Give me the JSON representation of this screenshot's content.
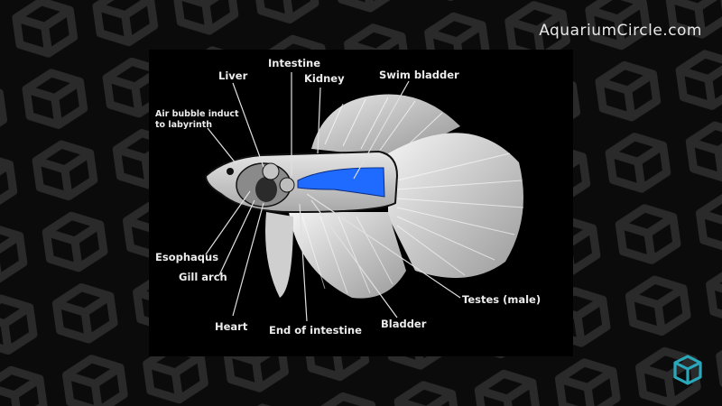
{
  "watermark": "AquariumCircle.com",
  "labels": {
    "liver": "Liver",
    "intestine": "Intestine",
    "kidney": "Kidney",
    "swim_bladder": "Swim bladder",
    "air_bubble_line1": "Air bubble induct",
    "air_bubble_line2": "to labyrinth",
    "esophagus": "Esophaqus",
    "gill_arch": "Gill arch",
    "heart": "Heart",
    "end_of_intestine": "End of intestine",
    "bladder": "Bladder",
    "testes": "Testes (male)"
  },
  "colors": {
    "background": "#0b0b0b",
    "pattern": "#2a2a2a",
    "fish_body": "#d8d8d8",
    "swim_bladder": "#1f6bff",
    "logo": "#2aa7b8"
  },
  "icons": {
    "logo": "cube-logo-icon"
  }
}
